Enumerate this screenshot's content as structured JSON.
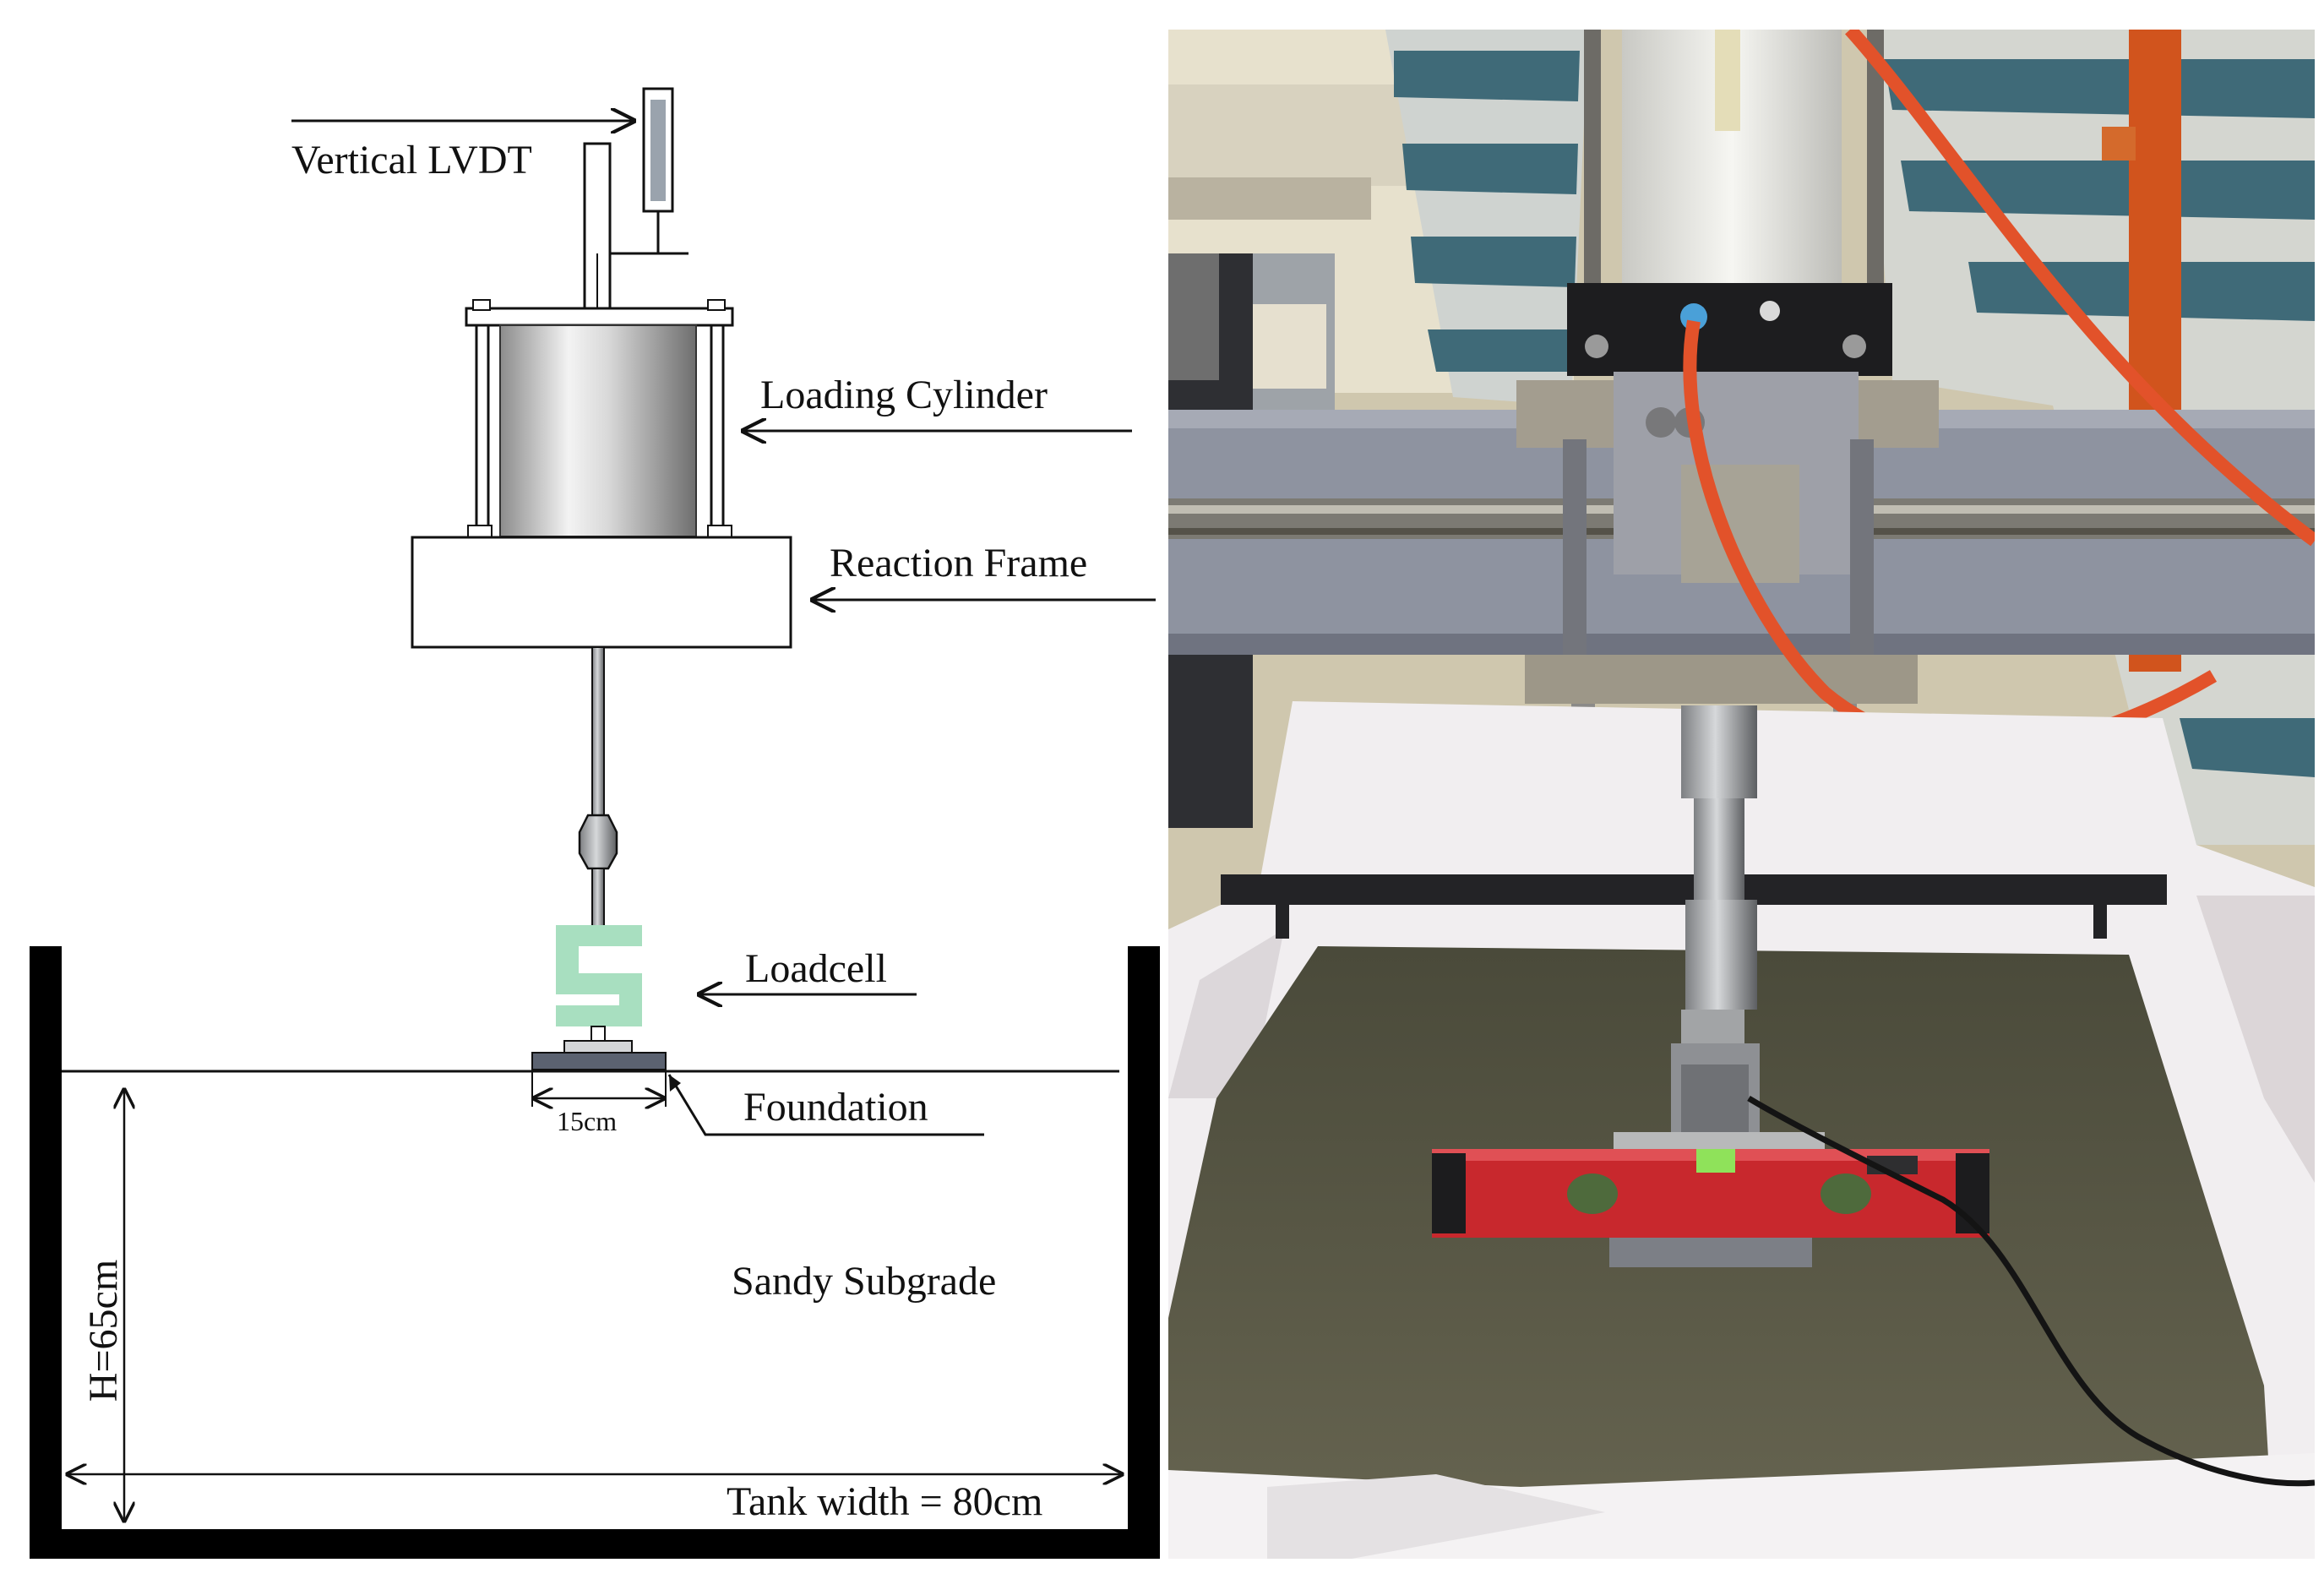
{
  "schematic": {
    "labels": {
      "vertical_lvdt": "Vertical LVDT",
      "loading_cylinder": "Loading Cylinder",
      "reaction_frame": "Reaction Frame",
      "loadcell": "Loadcell",
      "foundation": "Foundation",
      "foundation_width": "15cm",
      "subgrade": "Sandy Subgrade",
      "height": "H=65cm",
      "tank_width": "Tank width = 80cm"
    },
    "colors": {
      "loadcell": "#a8dfc0",
      "foundation_plate": "#5b6270",
      "tank_wall": "#000000"
    }
  },
  "photo": {
    "colors": {
      "sand": "#5f5d49",
      "liner": "#f1eef0",
      "frame_beam": "#8e93a0",
      "bracket": "#a39d8f",
      "hose": "#e2522a",
      "spirit_level": "#c8282d",
      "cylinder": "#eeeeea",
      "tarp_stripe": "#3f6a78"
    }
  }
}
